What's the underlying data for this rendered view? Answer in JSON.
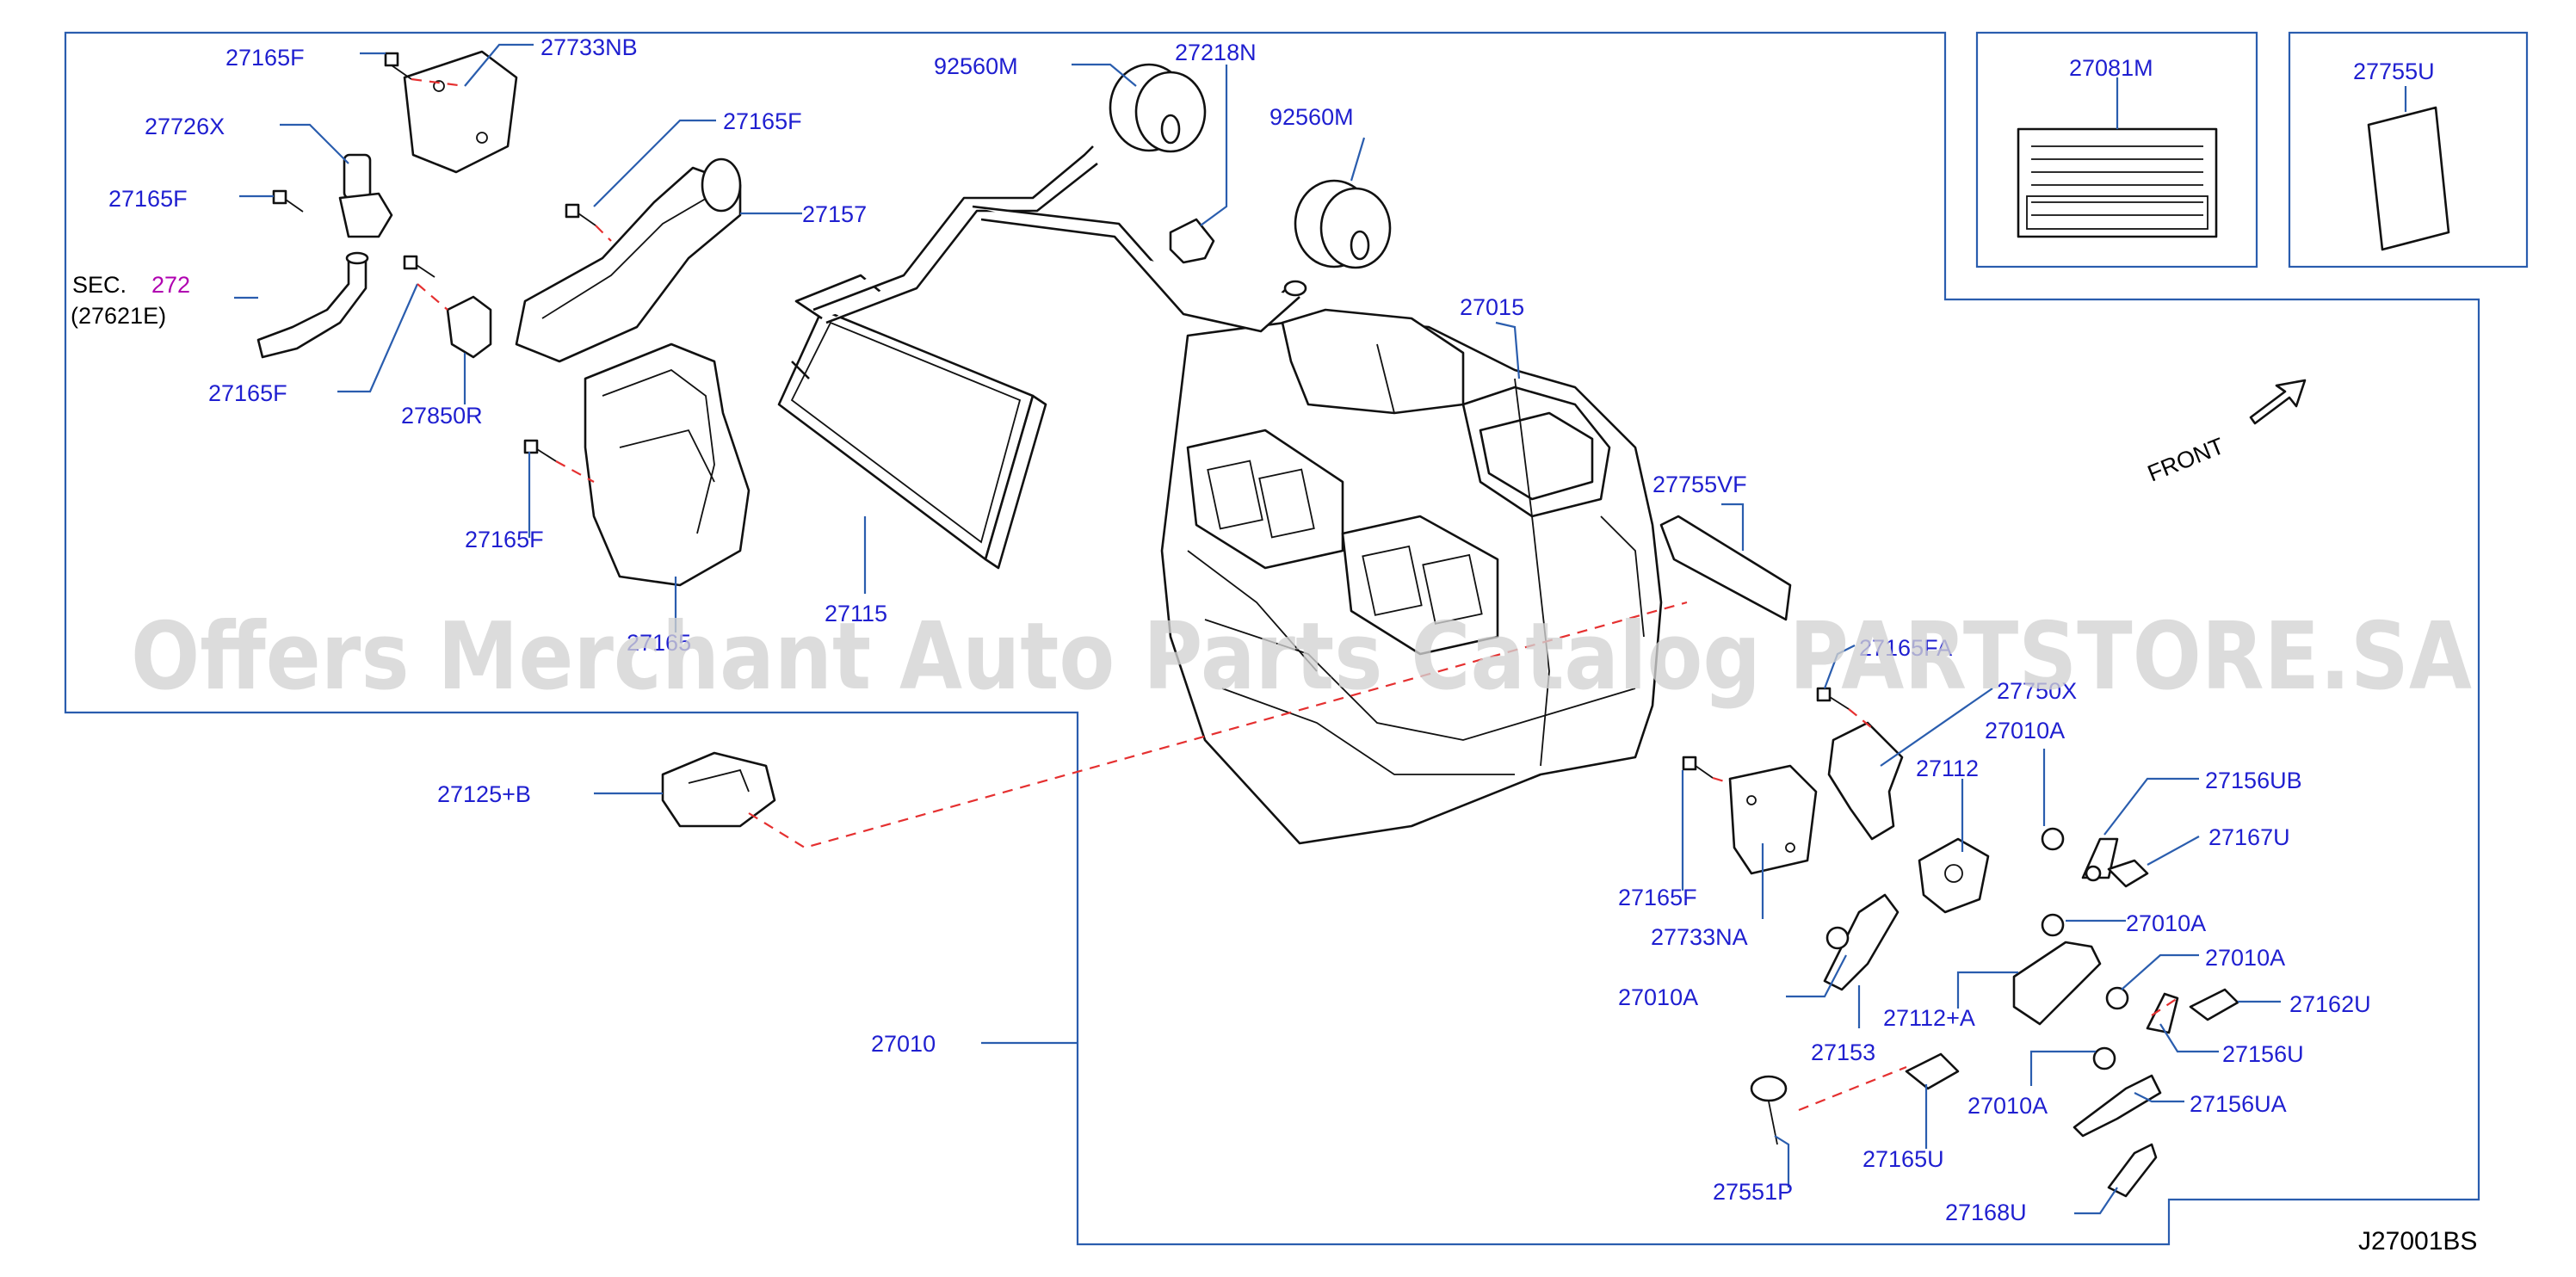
{
  "watermark": "Offers Merchant Auto Parts Catalog PARTSTORE.SA",
  "diagram_code": "J27001BS",
  "front_label": "FRONT",
  "section_ref": {
    "prefix": "SEC.",
    "number": "272",
    "part": "(27621E)"
  },
  "colors": {
    "label": "#1f1fd0",
    "section_number": "#b000b0",
    "leader": "#2a5dae",
    "dash": "#e53030",
    "frame": "#2a5dae"
  },
  "labels": [
    {
      "id": "l1",
      "text": "27165F"
    },
    {
      "id": "l2",
      "text": "27733NB"
    },
    {
      "id": "l3",
      "text": "27726X"
    },
    {
      "id": "l4",
      "text": "27165F"
    },
    {
      "id": "l5",
      "text": "27165F"
    },
    {
      "id": "l6",
      "text": "27157"
    },
    {
      "id": "l7",
      "text": "27165F"
    },
    {
      "id": "l8",
      "text": "27850R"
    },
    {
      "id": "l9",
      "text": "27165F"
    },
    {
      "id": "l10",
      "text": "92560M"
    },
    {
      "id": "l11",
      "text": "27218N"
    },
    {
      "id": "l12",
      "text": "92560M"
    },
    {
      "id": "l13",
      "text": "27015"
    },
    {
      "id": "l14",
      "text": "27115"
    },
    {
      "id": "l15",
      "text": "27755VF"
    },
    {
      "id": "l16",
      "text": "27081M"
    },
    {
      "id": "l17",
      "text": "27755U"
    },
    {
      "id": "l18",
      "text": "27165FA"
    },
    {
      "id": "l19",
      "text": "27750X"
    },
    {
      "id": "l20",
      "text": "27010A"
    },
    {
      "id": "l21",
      "text": "27112"
    },
    {
      "id": "l22",
      "text": "27156UB"
    },
    {
      "id": "l23",
      "text": "27167U"
    },
    {
      "id": "l24",
      "text": "27165F"
    },
    {
      "id": "l25",
      "text": "27733NA"
    },
    {
      "id": "l26",
      "text": "27010A"
    },
    {
      "id": "l27",
      "text": "27010A"
    },
    {
      "id": "l28",
      "text": "27010A"
    },
    {
      "id": "l29",
      "text": "27162U"
    },
    {
      "id": "l30",
      "text": "27112+A"
    },
    {
      "id": "l31",
      "text": "27153"
    },
    {
      "id": "l32",
      "text": "27156U"
    },
    {
      "id": "l33",
      "text": "27010A"
    },
    {
      "id": "l34",
      "text": "27156UA"
    },
    {
      "id": "l35",
      "text": "27165U"
    },
    {
      "id": "l36",
      "text": "27551P"
    },
    {
      "id": "l37",
      "text": "27168U"
    },
    {
      "id": "l38",
      "text": "27125+B"
    },
    {
      "id": "l39",
      "text": "27010"
    },
    {
      "id": "l40",
      "text": "27165"
    }
  ]
}
